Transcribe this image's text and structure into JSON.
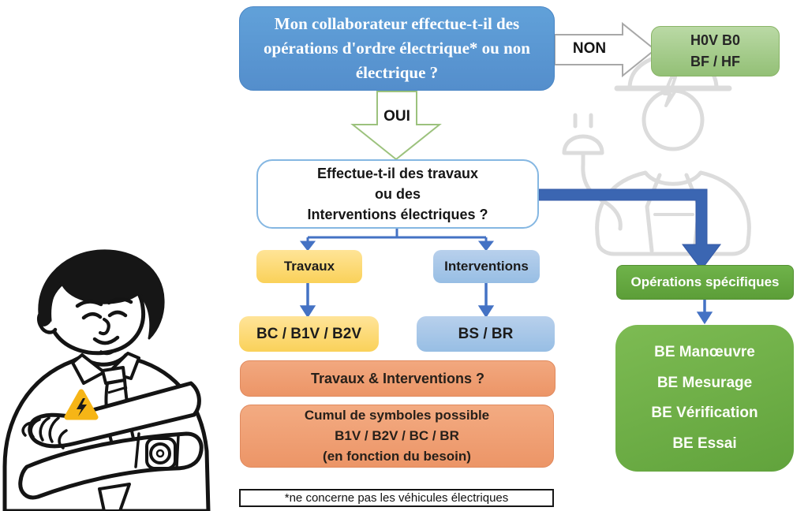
{
  "diagram": {
    "q1_lines": [
      "Mon collaborateur effectue-t-il des",
      "opérations d'ordre électrique* ou non",
      "électrique ?"
    ],
    "non_label": "NON",
    "oui_label": "OUI",
    "h0v_lines": [
      "H0V B0",
      "BF / HF"
    ],
    "q2_lines": [
      "Effectue-t-il des travaux",
      "ou des",
      "Interventions électriques ?"
    ],
    "travaux_label": "Travaux",
    "interventions_label": "Interventions",
    "bc_label": "BC / B1V / B2V",
    "bs_label": "BS / BR",
    "ti_label": "Travaux & Interventions ?",
    "cumul_lines": [
      "Cumul de symboles possible",
      "B1V / B2V / BC / BR",
      "(en fonction du besoin)"
    ],
    "note_label": "*ne concerne pas les véhicules électriques",
    "ops_label": "Opérations spécifiques",
    "be_items": [
      "BE Manœuvre",
      "BE Mesurage",
      "BE Vérification",
      "BE Essai"
    ]
  },
  "palette": {
    "question_blue": "#5b9bd5",
    "light_blue": "#9dc3e6",
    "yellow": "#fbd466",
    "orange": "#f0a077",
    "light_green": "#a9d18e",
    "green": "#6ab04c",
    "arrow_blue": "#4472c4",
    "elbow_arrow_blue": "#3b66b2",
    "watermark_gray": "#dcdcdc",
    "warning_yellow": "#f6b516"
  }
}
